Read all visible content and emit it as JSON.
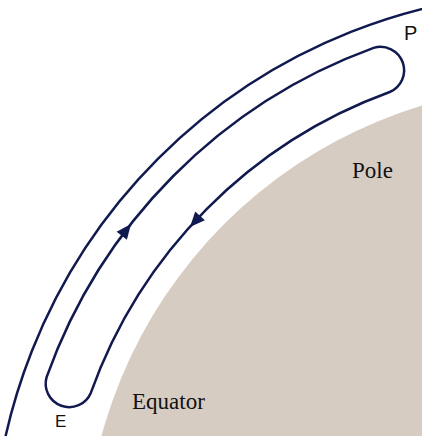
{
  "diagram": {
    "labels": [
      "P",
      "Pole",
      "Equator",
      "E"
    ]
  }
}
